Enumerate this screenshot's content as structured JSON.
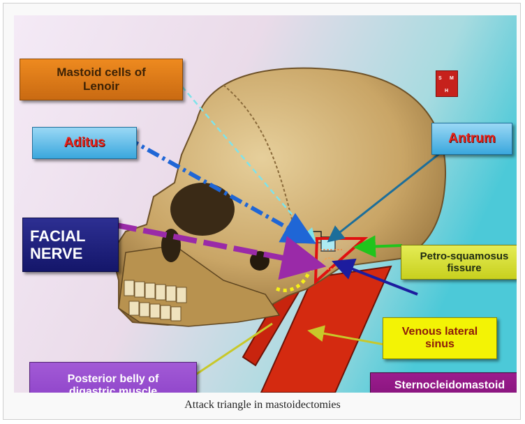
{
  "figure": {
    "caption": "Attack triangle in mastoidectomies",
    "labels": {
      "mastoid_cells": "Mastoid cells of\nLenoir",
      "aditus": "Aditus",
      "facial_nerve": "FACIAL\nNERVE",
      "antrum": "Antrum",
      "petro_squamosus": "Petro-squamosus\nfissure",
      "venous_sinus": "Venous lateral\nsinus",
      "posterior_belly": "Posterior belly of\ndigastric muscle",
      "sternocleidomastoid": "Sternocleidomastoid\nmuscle"
    },
    "logo": {
      "letters": [
        "S",
        "M",
        "H"
      ]
    },
    "colors": {
      "mastoid_label": "#e07f1b",
      "aditus_label": "#5bb8e6",
      "facial_label": "#1f2180",
      "antrum_label": "#5bb8e6",
      "petro_label": "#d6de2e",
      "venous_label": "#f3f305",
      "posterior_label": "#9548cc",
      "scm_label": "#8a1580",
      "attack_triangle": "#e01010",
      "muscle": "#d42a10"
    }
  }
}
